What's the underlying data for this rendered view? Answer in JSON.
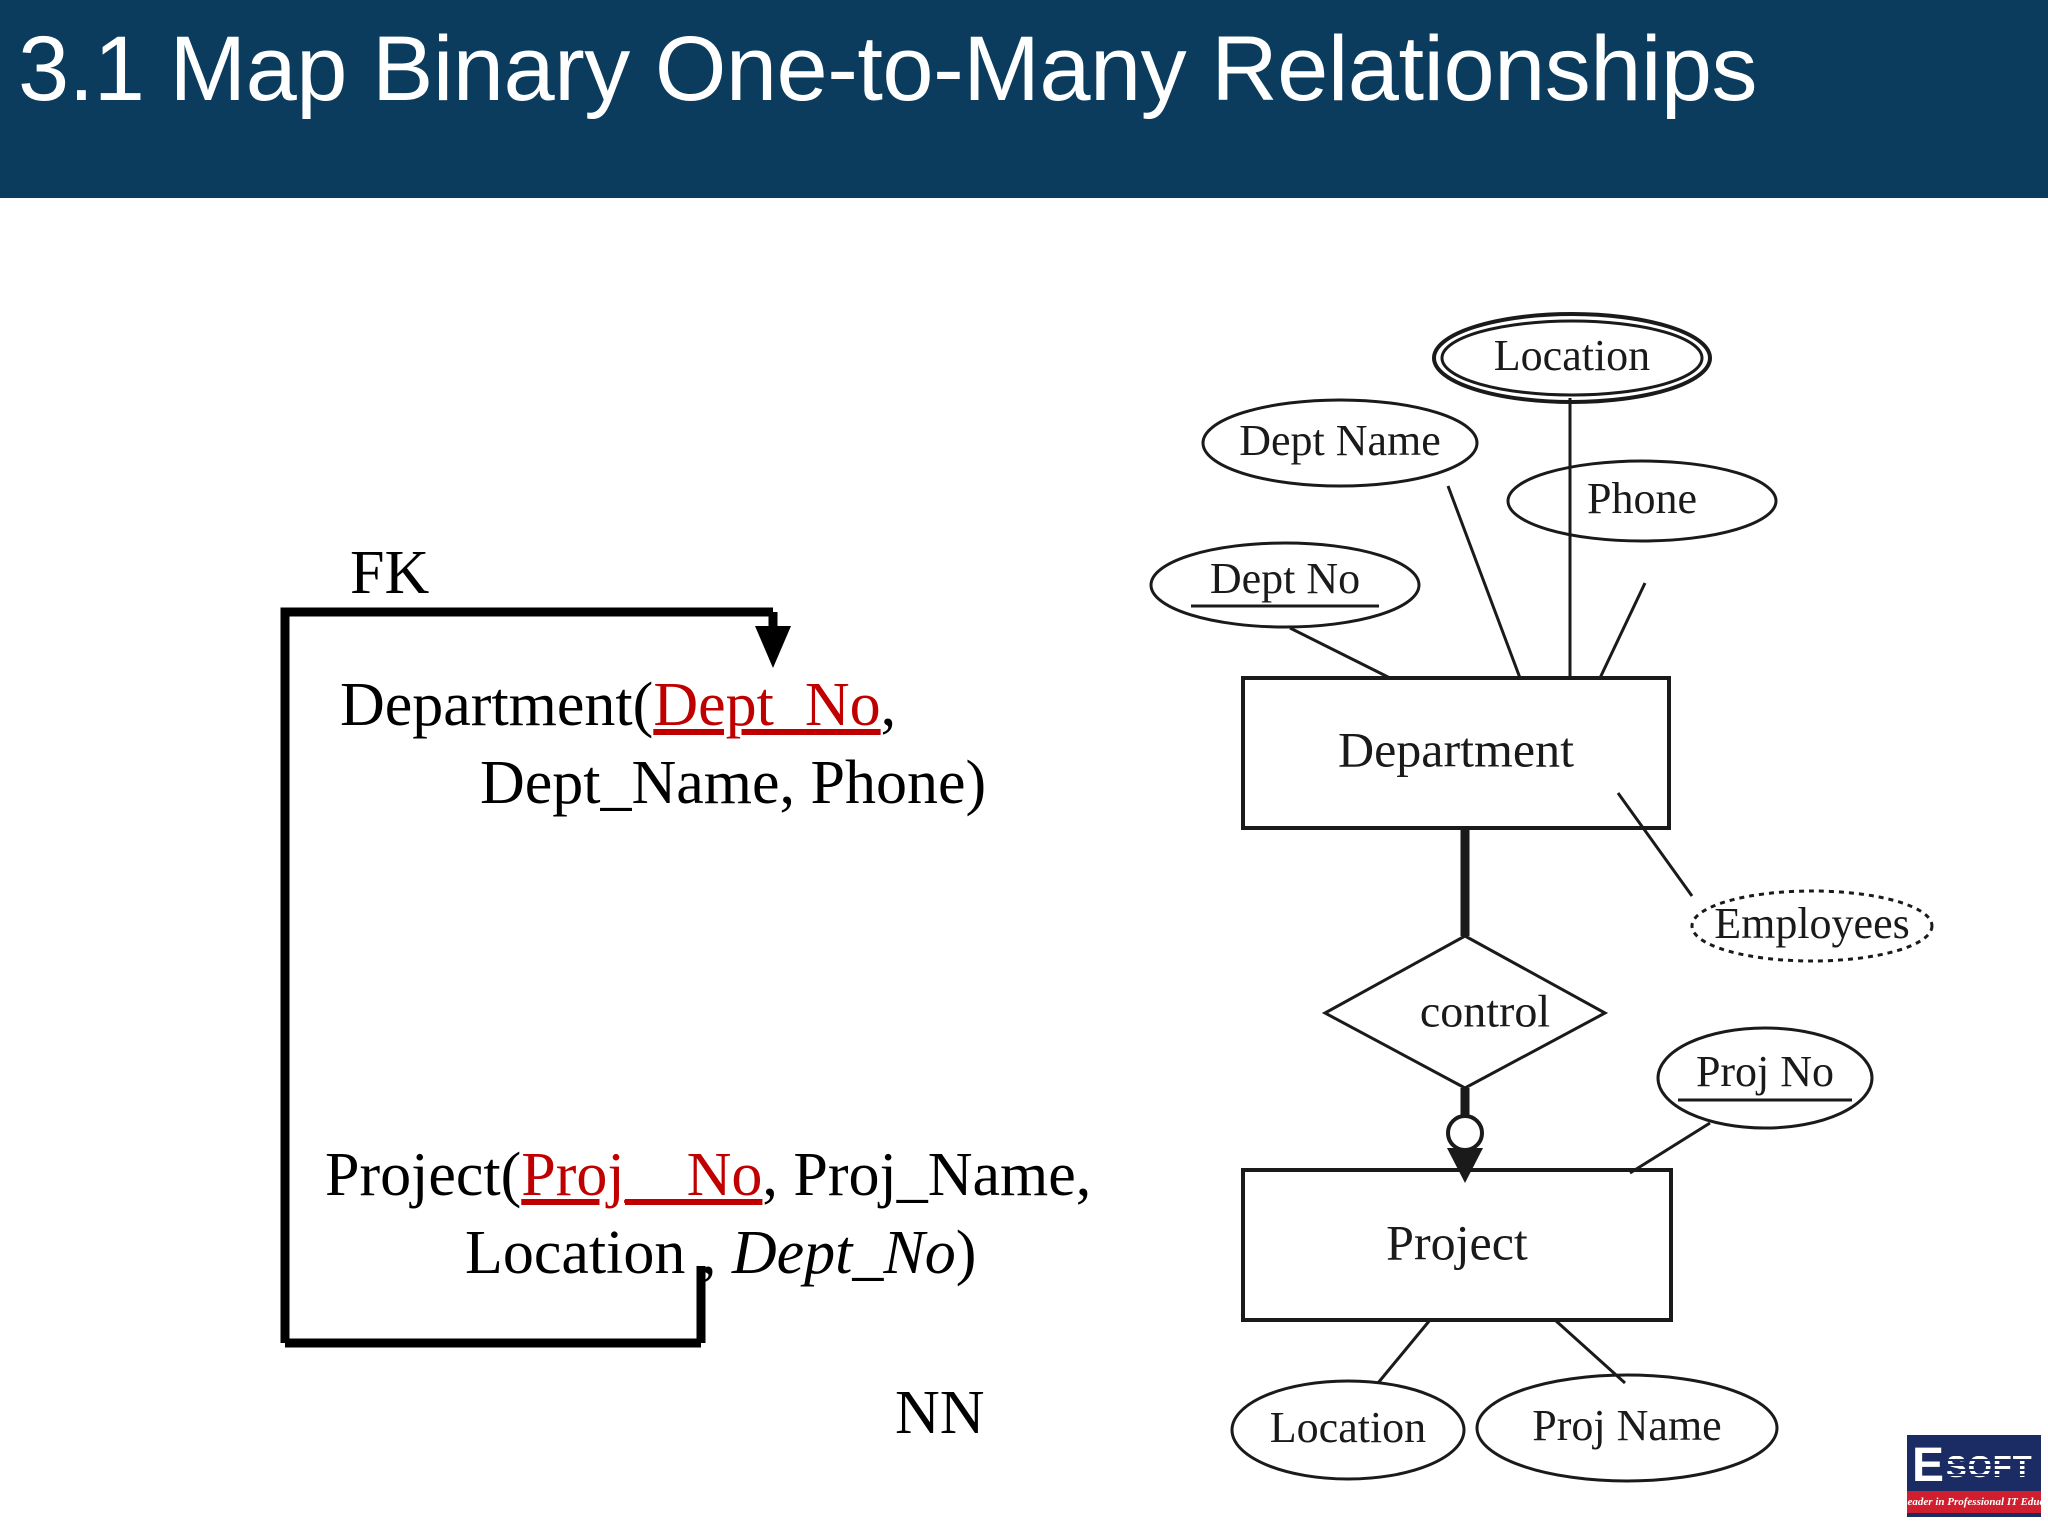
{
  "slide": {
    "title": "3.1 Map Binary One-to-Many Relationships",
    "title_bar_color": "#0b3c5d",
    "title_text_color": "#ffffff",
    "background_color": "#ffffff"
  },
  "relational_schema": {
    "fk_label": "FK",
    "nn_label": "NN",
    "primary_key_color": "#c00000",
    "department": {
      "name": "Department(",
      "primary_key": "Dept_No",
      "after_key": ",",
      "line2": "Dept_Name, Phone)"
    },
    "project": {
      "name": "Project(",
      "primary_key": "Proj__No",
      "after_key": ", Proj_Name,",
      "line2_prefix": "Location , ",
      "foreign_key": "Dept_No",
      "line2_suffix": ")"
    }
  },
  "er_diagram": {
    "entities": [
      {
        "id": "department",
        "label": "Department"
      },
      {
        "id": "project",
        "label": "Project"
      }
    ],
    "relationships": [
      {
        "id": "control",
        "label": "control"
      }
    ],
    "attributes": [
      {
        "id": "location-dept",
        "label": "Location",
        "kind": "multivalued",
        "owner": "department"
      },
      {
        "id": "dept-name",
        "label": "Dept Name",
        "kind": "simple",
        "owner": "department"
      },
      {
        "id": "dept-no",
        "label": "Dept No",
        "kind": "key",
        "owner": "department"
      },
      {
        "id": "phone",
        "label": "Phone",
        "kind": "simple",
        "owner": "department"
      },
      {
        "id": "employees",
        "label": "Employees",
        "kind": "derived",
        "owner": "department"
      },
      {
        "id": "proj-no",
        "label": "Proj No",
        "kind": "key",
        "owner": "project"
      },
      {
        "id": "location-proj",
        "label": "Location",
        "kind": "simple",
        "owner": "project"
      },
      {
        "id": "proj-name",
        "label": "Proj Name",
        "kind": "simple",
        "owner": "project"
      }
    ]
  },
  "logo": {
    "brand_e": "E",
    "brand_soft": "SOFT",
    "tagline": "The Leader in Professional IT Education",
    "box_color": "#1b2b63",
    "tagline_bar_color": "#cf1f2e"
  }
}
